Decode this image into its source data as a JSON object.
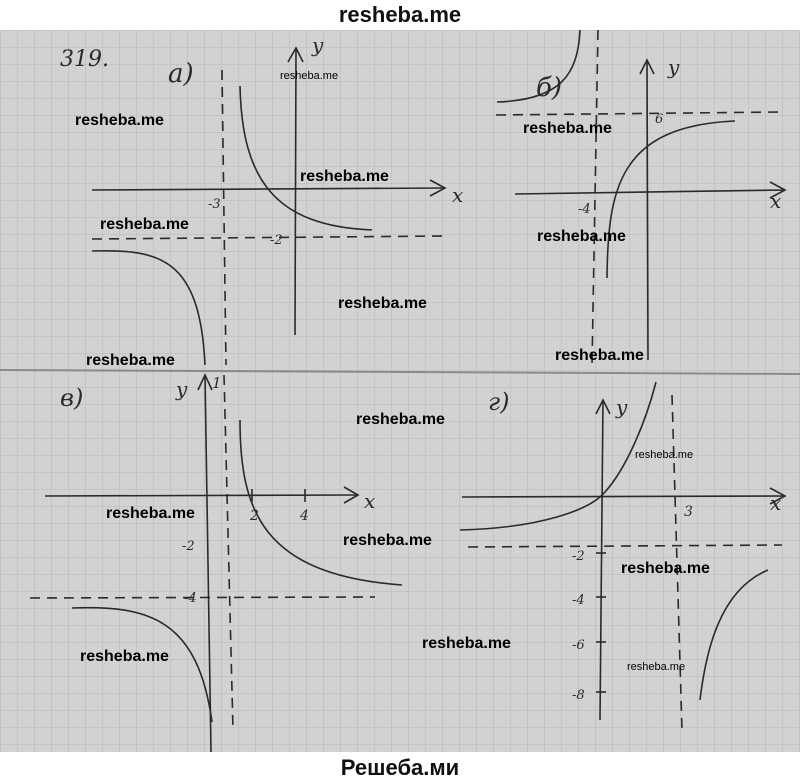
{
  "header": {
    "brand": "resheba.me"
  },
  "footer": {
    "brand": "Решеба.ми"
  },
  "exercise": {
    "number": "319."
  },
  "panels": {
    "a": {
      "label": "а)",
      "x_label": "x",
      "y_label": "y",
      "tick_x": "-3",
      "tick_y": "-2"
    },
    "b": {
      "label": "б)",
      "x_label": "x",
      "y_label": "y",
      "tick_x": "-4",
      "tick_y": "6"
    },
    "v": {
      "label": "в)",
      "x_label": "x",
      "y_label": "y",
      "tick_x1": "2",
      "tick_x2": "4",
      "tick_y1": "-2",
      "tick_y2": "-4",
      "tick_y_top": "1"
    },
    "g": {
      "label": "г)",
      "x_label": "x",
      "y_label": "y",
      "tick_x": "3",
      "tick_y1": "-2",
      "tick_y2": "-4",
      "tick_y3": "-6",
      "tick_y4": "-8"
    }
  },
  "watermarks": [
    "resheba.me",
    "resheba.me",
    "resheba.me",
    "resheba.me",
    "resheba.me",
    "resheba.me",
    "resheba.me",
    "resheba.me",
    "resheba.me",
    "resheba.me",
    "resheba.me",
    "resheba.me",
    "resheba.me",
    "resheba.me",
    "resheba.me",
    "resheba.me"
  ],
  "colors": {
    "paper": "#d2d2d2",
    "grid": "#b4b4b4",
    "ink": "#2a2a2a"
  }
}
